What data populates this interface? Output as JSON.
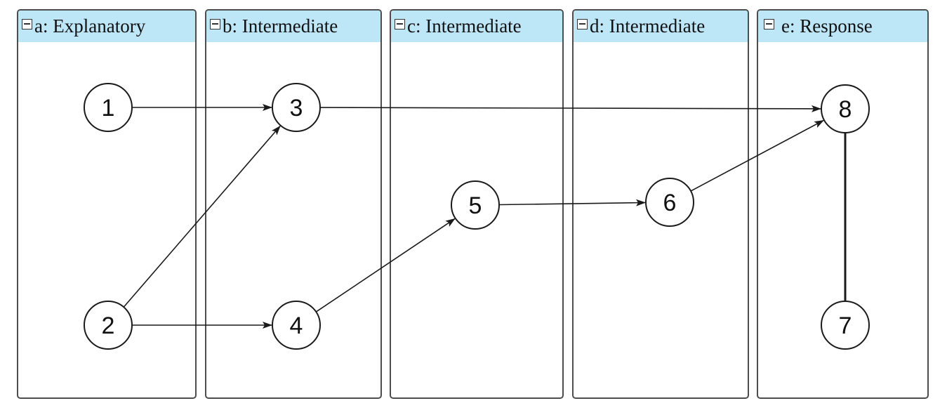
{
  "panels": [
    {
      "id": "a",
      "title": "a: Explanatory"
    },
    {
      "id": "b",
      "title": "b: Intermediate"
    },
    {
      "id": "c",
      "title": "c: Intermediate"
    },
    {
      "id": "d",
      "title": "d: Intermediate"
    },
    {
      "id": "e",
      "title": "e: Response"
    }
  ],
  "nodes": [
    {
      "id": "1",
      "label": "1",
      "panel": "a"
    },
    {
      "id": "2",
      "label": "2",
      "panel": "a"
    },
    {
      "id": "3",
      "label": "3",
      "panel": "b"
    },
    {
      "id": "4",
      "label": "4",
      "panel": "b"
    },
    {
      "id": "5",
      "label": "5",
      "panel": "c"
    },
    {
      "id": "6",
      "label": "6",
      "panel": "d"
    },
    {
      "id": "7",
      "label": "7",
      "panel": "e"
    },
    {
      "id": "8",
      "label": "8",
      "panel": "e"
    }
  ],
  "edges": [
    {
      "from": "1",
      "to": "3",
      "directed": true
    },
    {
      "from": "2",
      "to": "3",
      "directed": true
    },
    {
      "from": "2",
      "to": "4",
      "directed": true
    },
    {
      "from": "3",
      "to": "8",
      "directed": true
    },
    {
      "from": "4",
      "to": "5",
      "directed": true
    },
    {
      "from": "5",
      "to": "6",
      "directed": true
    },
    {
      "from": "6",
      "to": "8",
      "directed": true
    },
    {
      "from": "8",
      "to": "7",
      "directed": false
    }
  ]
}
